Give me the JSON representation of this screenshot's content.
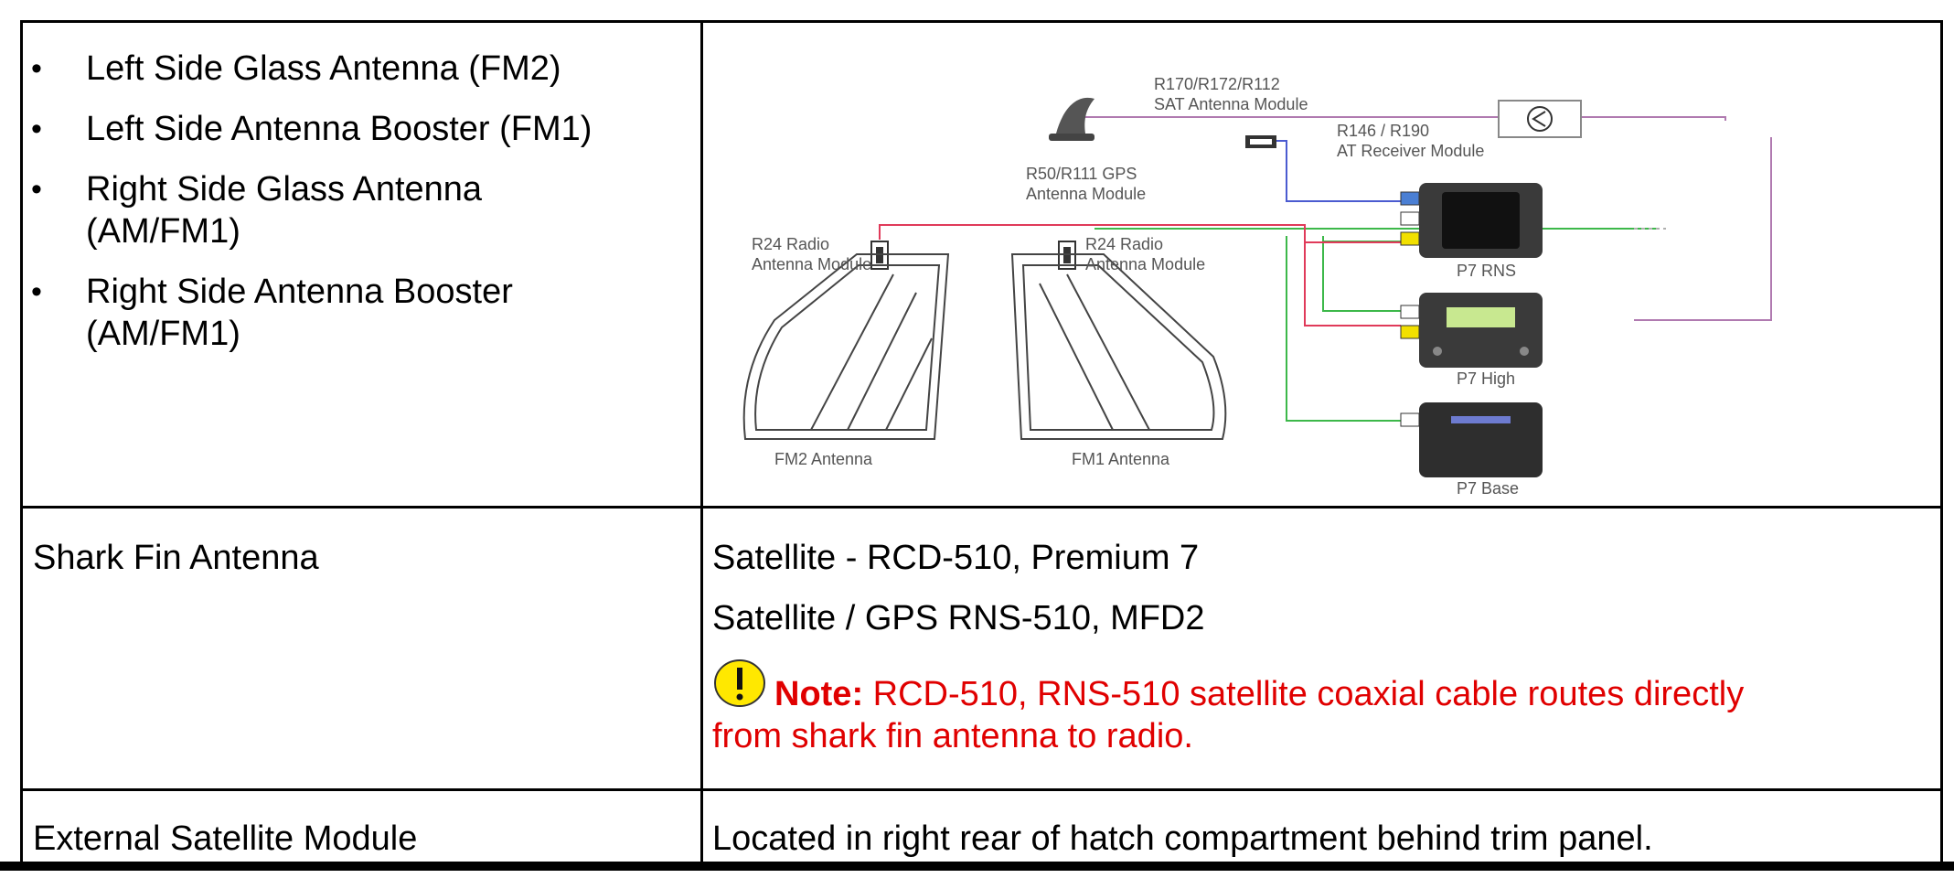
{
  "row1": {
    "bullets": [
      {
        "line1": "Left Side Glass Antenna (FM2)",
        "line2": ""
      },
      {
        "line1": "Left Side Antenna Booster (FM1)",
        "line2": ""
      },
      {
        "line1": "Right Side Glass Antenna",
        "line2": "(AM/FM1)"
      },
      {
        "line1": "Right Side Antenna Booster",
        "line2": "(AM/FM1)"
      }
    ],
    "diagram": {
      "sat_module_code": "R170/R172/R112",
      "sat_module_name": "SAT Antenna Module",
      "receiver_code": "R146 / R190",
      "receiver_name": "AT Receiver Module",
      "gps_code": "R50/R111 GPS",
      "gps_name": "Antenna Module",
      "radio_left_code": "R24 Radio",
      "radio_left_name": "Antenna Module",
      "radio_right_code": "R24 Radio",
      "radio_right_name": "Antenna Module",
      "p7_rns": "P7 RNS",
      "p7_high": "P7 High",
      "p7_base": "P7 Base",
      "fm2": "FM2 Antenna",
      "fm1": "FM1 Antenna"
    }
  },
  "row2": {
    "label": "Shark Fin Antenna",
    "line1": "Satellite - RCD-510, Premium 7",
    "line2": "Satellite / GPS  RNS-510, MFD2",
    "note_label": "Note:",
    "note_text": "  RCD-510, RNS-510 satellite coaxial cable routes directly",
    "note_text2": "from shark fin antenna to radio."
  },
  "row3": {
    "label": "External Satellite Module",
    "text": "Located in right rear of hatch compartment behind trim panel."
  },
  "colors": {
    "note": "#e00000",
    "warning_icon": "#ffe800"
  }
}
